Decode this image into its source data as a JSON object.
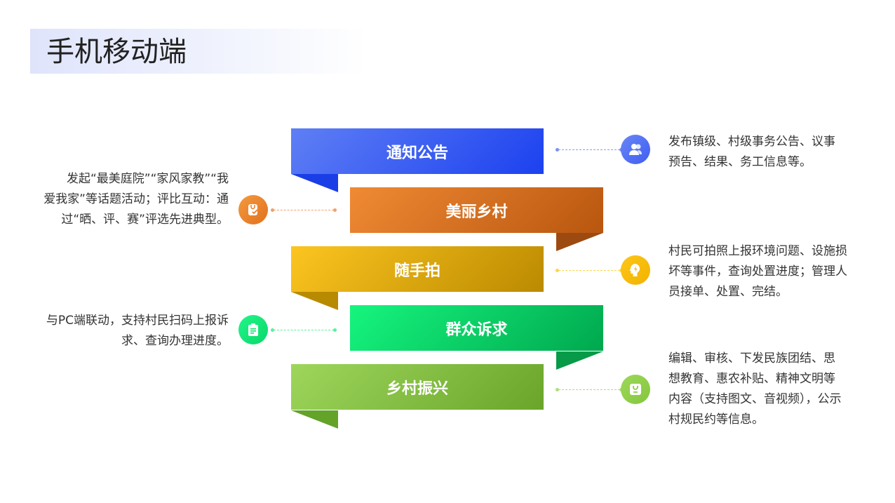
{
  "title": "手机移动端",
  "items": [
    {
      "label": "通知公告",
      "color": "#3b5cf0",
      "desc": "发布镇级、村级事务公告、议事预告、结果、务工信息等。",
      "icon": "users-icon"
    },
    {
      "label": "美丽乡村",
      "color": "#e8782a",
      "desc": "发起“最美庭院”“家风家教”“我爱我家”等话题活动；评比互动：通过“晒、评、赛”评选先进典型。",
      "icon": "clipboard-check-icon"
    },
    {
      "label": "随手拍",
      "color": "#f3c01a",
      "desc": "村民可拍照上报环境问题、设施损坏等事件，查询处置进度；管理人员接单、处置、完结。",
      "icon": "lightbulb-head-icon"
    },
    {
      "label": "群众诉求",
      "color": "#10e070",
      "desc": "与PC端联动，支持村民扫码上报诉求、查询办理进度。",
      "icon": "clipboard-list-icon"
    },
    {
      "label": "乡村振兴",
      "color": "#8dcc48",
      "desc": "编辑、审核、下发民族团结、思想教育、惠农补贴、精神文明等内容（支持图文、音视频），公示村规民约等信息。",
      "icon": "badge-icon"
    }
  ]
}
